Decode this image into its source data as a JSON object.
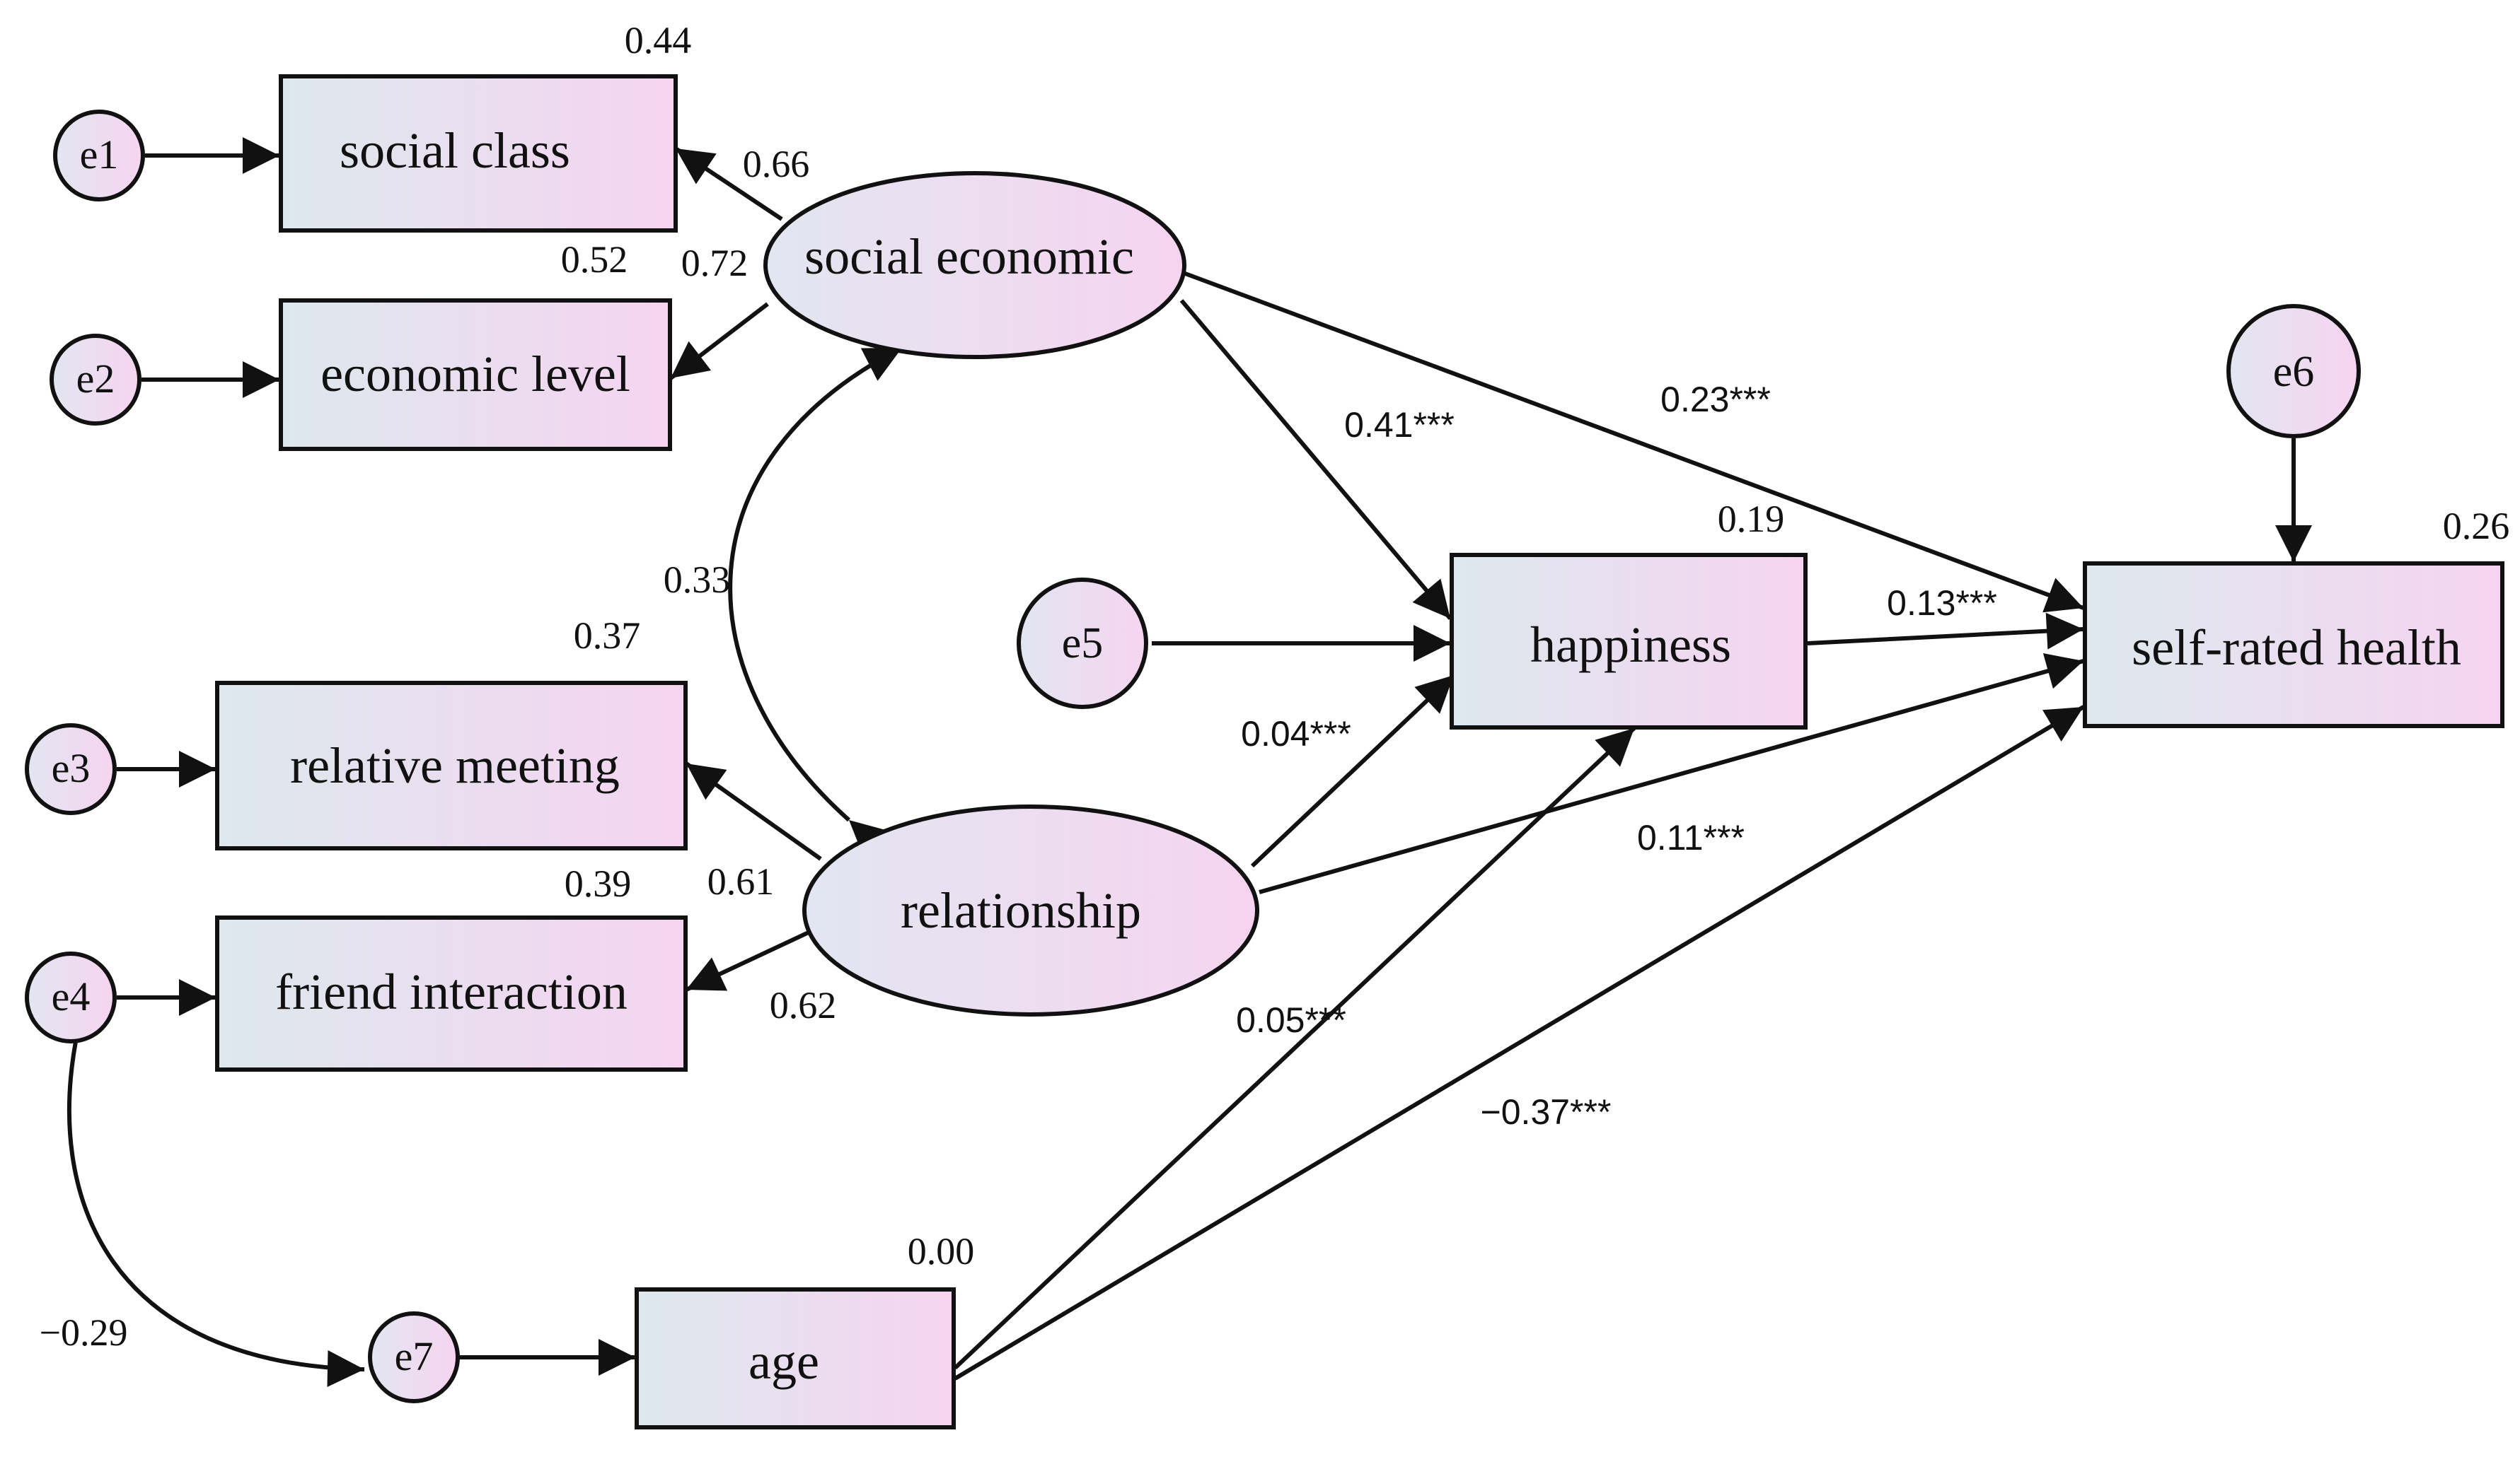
{
  "nodes": {
    "e1": "e1",
    "e2": "e2",
    "e3": "e3",
    "e4": "e4",
    "e5": "e5",
    "e6": "e6",
    "e7": "e7",
    "social_class": "social class",
    "economic_level": "economic level",
    "relative_meeting": "relative meeting",
    "friend_interaction": "friend interaction",
    "social_economic": "social economic",
    "relationship": "relationship",
    "happiness": "happiness",
    "self_rated_health": "self-rated health",
    "age": "age"
  },
  "r2": {
    "social_class": "0.44",
    "economic_level": "0.52",
    "relative_meeting": "0.37",
    "friend_interaction": "0.39",
    "happiness": "0.19",
    "self_rated_health": "0.26",
    "age": "0.00"
  },
  "coefficients": {
    "se_to_social_class": "0.66",
    "se_to_economic_level": "0.72",
    "se_relationship_cov": "0.33",
    "rel_to_relative_meeting": "0.61",
    "rel_to_friend_interaction": "0.62",
    "se_to_happiness": "0.41***",
    "se_to_health": "0.23***",
    "happiness_to_health": "0.13***",
    "rel_to_happiness": "0.04***",
    "rel_to_health": "0.11***",
    "age_to_happiness": "0.05***",
    "age_to_health": "−0.37***",
    "e4_e7_cov": "−0.29"
  },
  "colors": {
    "fill_left": "#dde8ee",
    "fill_right": "#f6d4f0",
    "line": "#111111"
  }
}
